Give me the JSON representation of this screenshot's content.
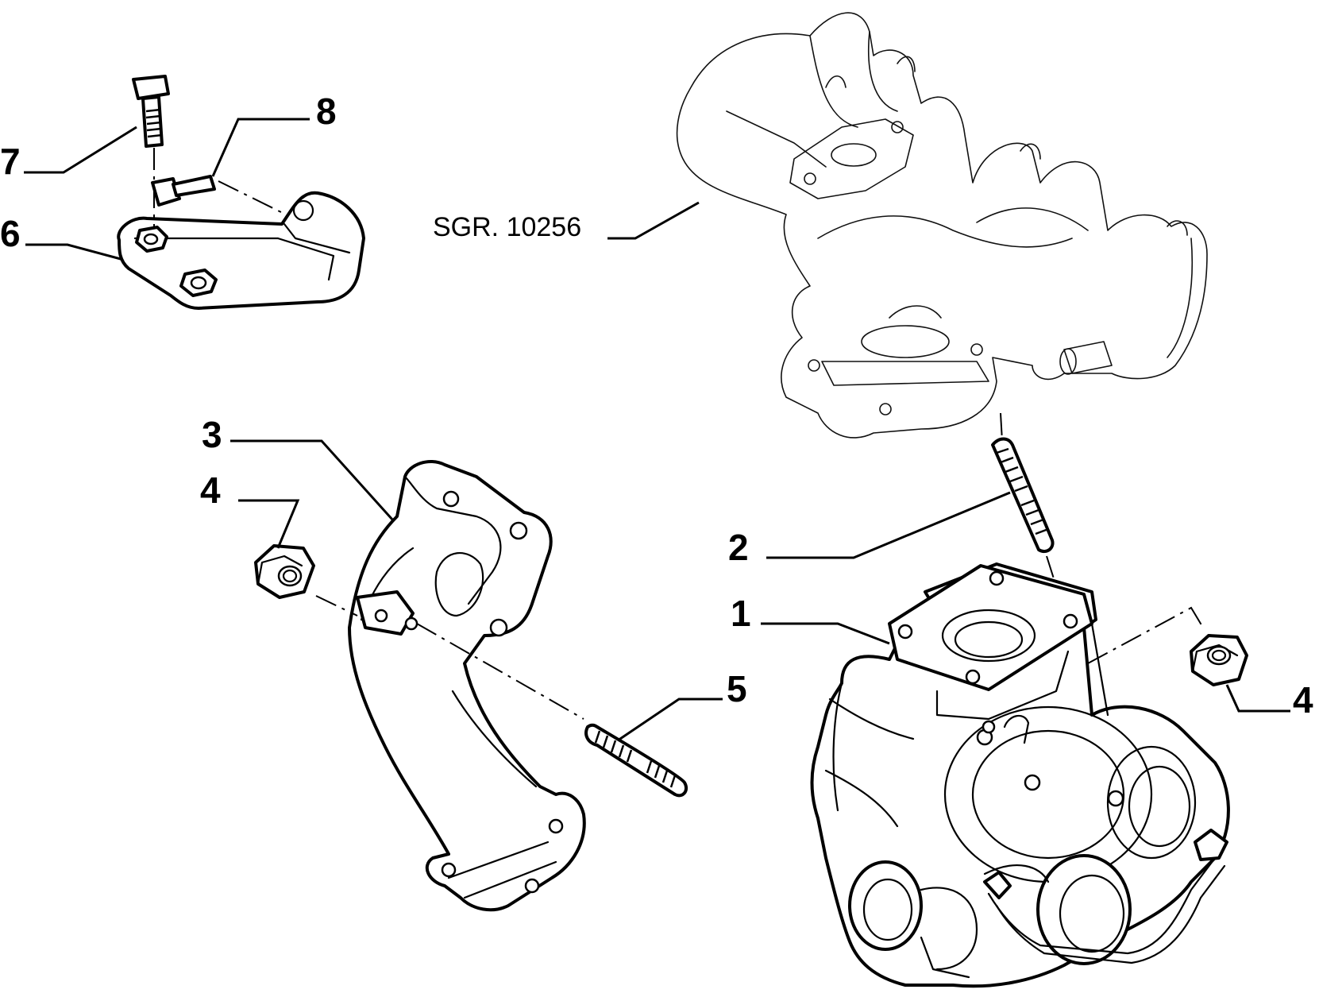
{
  "diagram": {
    "reference_label": "SGR. 10256",
    "callouts": [
      {
        "id": "1",
        "text": "1"
      },
      {
        "id": "2",
        "text": "2"
      },
      {
        "id": "3",
        "text": "3"
      },
      {
        "id": "4a",
        "text": "4"
      },
      {
        "id": "4b",
        "text": "4"
      },
      {
        "id": "5",
        "text": "5"
      },
      {
        "id": "6",
        "text": "6"
      },
      {
        "id": "7",
        "text": "7"
      },
      {
        "id": "8",
        "text": "8"
      }
    ]
  }
}
